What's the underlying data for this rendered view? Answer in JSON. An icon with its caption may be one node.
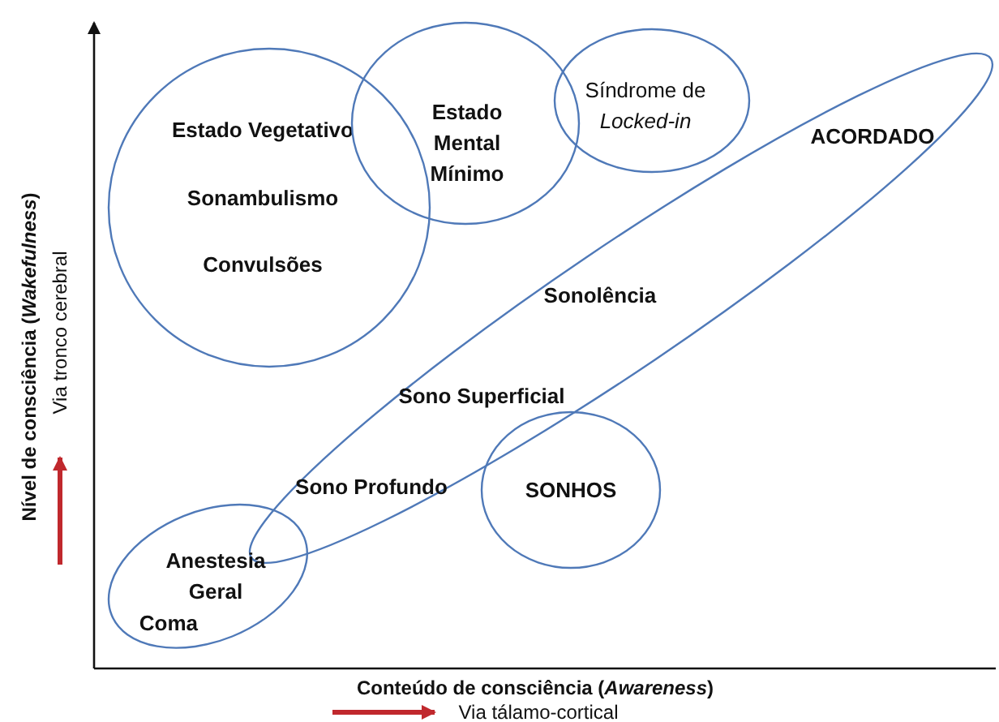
{
  "diagram": {
    "nodes": [
      {
        "text": [
          "Estado Vegetativo",
          "Sonambulismo",
          "Convulsões"
        ]
      },
      {
        "text": [
          "Estado Mental Mínimo"
        ]
      },
      {
        "text": [
          "Síndrome de *Locked-in*"
        ]
      },
      {
        "text": [
          "ACORDADO",
          "Sonolência",
          "Sono Superficial",
          "Sono Profundo"
        ]
      },
      {
        "text": [
          "SONHOS"
        ]
      },
      {
        "text": [
          "Anestesia Geral",
          "Coma"
        ]
      }
    ],
    "edges": [],
    "labels": [
      "Nível de consciência (*Wakefulness*)",
      "Via tronco cerebral",
      "Conteúdo de consciência (*Awareness*)",
      "Via tálamo-cortical"
    ]
  }
}
